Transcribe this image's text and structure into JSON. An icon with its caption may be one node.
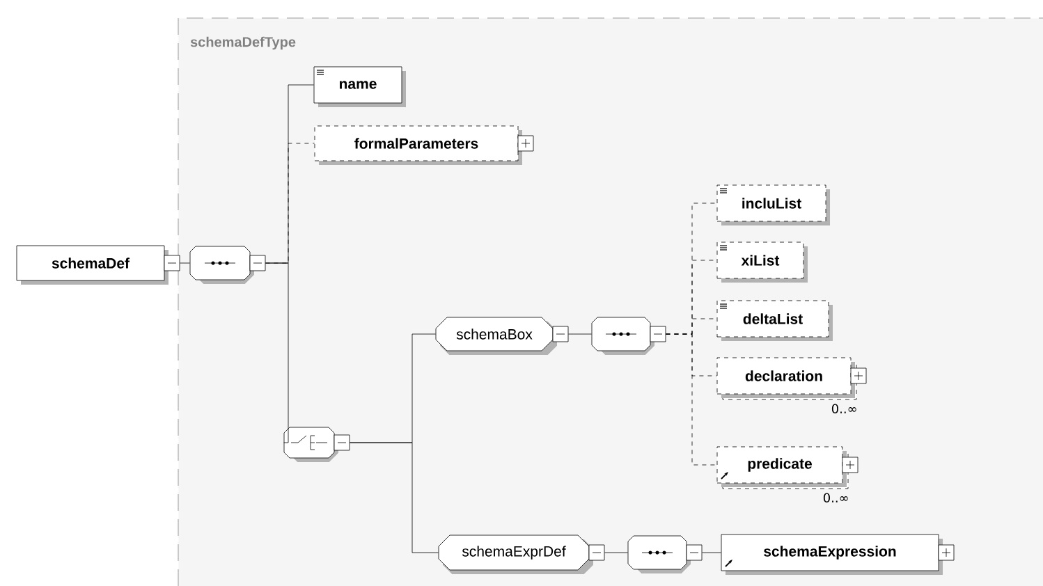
{
  "diagram": {
    "nodes": [
      {
        "text": [
          "schemaDefType"
        ]
      },
      {
        "text": [
          "schemaDef"
        ]
      },
      {
        "text": [],
        "shape": "octagon",
        "in": 0
      },
      {
        "text": [
          "name"
        ],
        "in": 0
      },
      {
        "text": [
          "formalParameters"
        ],
        "in": 0
      },
      {
        "text": [],
        "shape": "octagon",
        "in": 0
      },
      {
        "text": [
          "schemaBox"
        ],
        "in": 0
      },
      {
        "text": [],
        "shape": "octagon",
        "in": 0
      },
      {
        "text": [
          "incluList"
        ],
        "in": 0
      },
      {
        "text": [
          "xiList"
        ],
        "in": 0
      },
      {
        "text": [
          "deltaList"
        ],
        "in": 0
      },
      {
        "text": [
          "declaration"
        ],
        "in": 0,
        "beside": [
          "0..∞"
        ]
      },
      {
        "text": [
          "predicate"
        ],
        "in": 0,
        "beside": [
          "0..∞"
        ]
      },
      {
        "text": [
          "schemaExprDef"
        ],
        "in": 0
      },
      {
        "text": [],
        "shape": "octagon",
        "in": 0
      },
      {
        "text": [
          "schemaExpression"
        ],
        "in": 0
      }
    ],
    "edges": [
      {
        "from": 1,
        "to": 2,
        "arrow": "none"
      },
      {
        "from": 2,
        "to": 3,
        "arrow": "none"
      },
      {
        "from": 2,
        "to": 4,
        "arrow": "none",
        "style": "dashed"
      },
      {
        "from": 2,
        "to": 5,
        "arrow": "none"
      },
      {
        "from": 5,
        "to": 6,
        "arrow": "none"
      },
      {
        "from": 5,
        "to": 13,
        "arrow": "none"
      },
      {
        "from": 6,
        "to": 7,
        "arrow": "none"
      },
      {
        "from": 7,
        "to": 8,
        "arrow": "none",
        "style": "dashed"
      },
      {
        "from": 7,
        "to": 9,
        "arrow": "none",
        "style": "dashed"
      },
      {
        "from": 7,
        "to": 10,
        "arrow": "none",
        "style": "dashed"
      },
      {
        "from": 7,
        "to": 11,
        "arrow": "none",
        "style": "dashed"
      },
      {
        "from": 7,
        "to": 12,
        "arrow": "none",
        "style": "dashed"
      },
      {
        "from": 13,
        "to": 14,
        "arrow": "none"
      },
      {
        "from": 14,
        "to": 15,
        "arrow": "none"
      }
    ]
  }
}
